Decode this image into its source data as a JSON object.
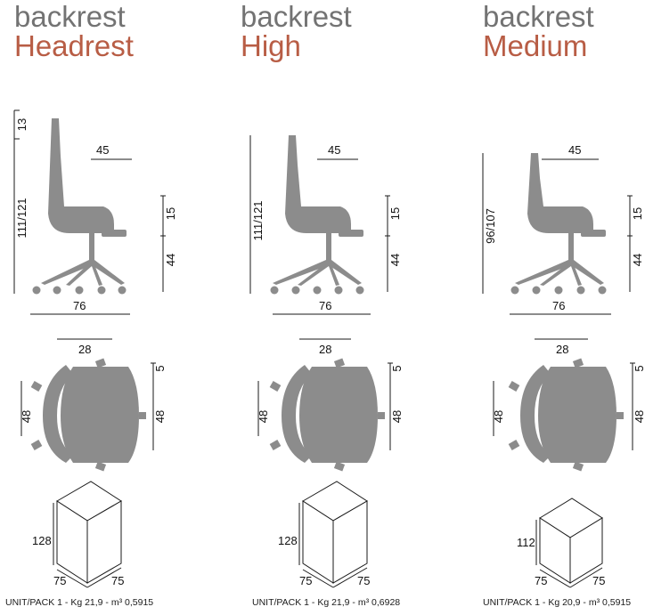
{
  "models": [
    {
      "title_line1": "backrest",
      "title_line2": "Headrest",
      "side_view": {
        "top": "13",
        "height": "111/121",
        "depth": "45",
        "arm": "15",
        "seat": "44",
        "width": "76"
      },
      "top_view": {
        "arm_depth": "28",
        "seat_width": "48",
        "seat_depth": "48",
        "offset": "5"
      },
      "box": {
        "height": "128",
        "width": "75",
        "depth": "75"
      },
      "pack": "UNIT/PACK 1 - Kg 21,9 - m³ 0,5915"
    },
    {
      "title_line1": "backrest",
      "title_line2": "High",
      "side_view": {
        "height": "111/121",
        "depth": "45",
        "arm": "15",
        "seat": "44",
        "width": "76"
      },
      "top_view": {
        "arm_depth": "28",
        "seat_width": "48",
        "seat_depth": "48",
        "offset": "5"
      },
      "box": {
        "height": "128",
        "width": "75",
        "depth": "75"
      },
      "pack": "UNIT/PACK 1 - Kg 21,9 - m³ 0,6928"
    },
    {
      "title_line1": "backrest",
      "title_line2": "Medium",
      "side_view": {
        "height": "96/107",
        "depth": "45",
        "arm": "15",
        "seat": "44",
        "width": "76"
      },
      "top_view": {
        "arm_depth": "28",
        "seat_width": "48",
        "seat_depth": "48",
        "offset": "5"
      },
      "box": {
        "height": "112",
        "width": "75",
        "depth": "75"
      },
      "pack": "UNIT/PACK 1 - Kg 20,9 - m³ 0,5915"
    }
  ],
  "colors": {
    "title_gray": "#737373",
    "title_accent": "#b85d45",
    "chair_gray": "#8c8c8c"
  }
}
